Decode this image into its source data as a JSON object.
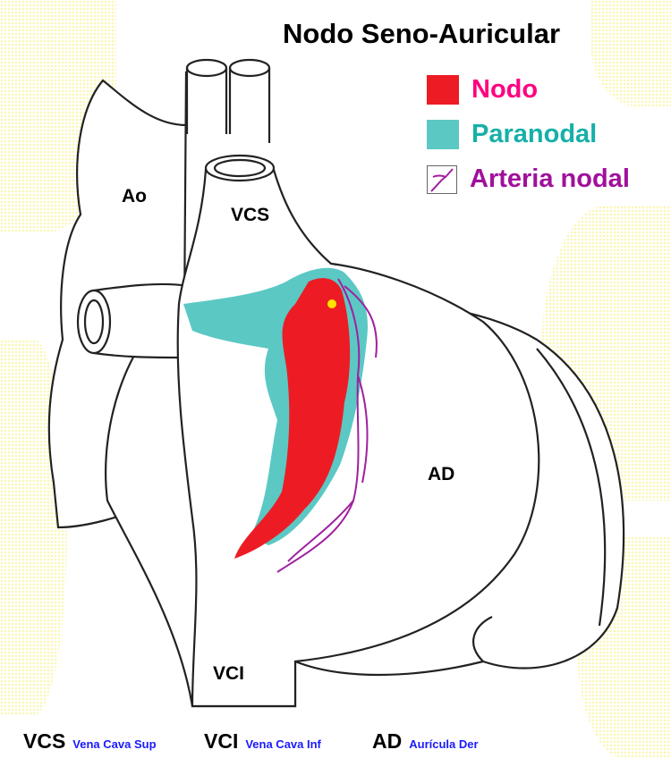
{
  "title": "Nodo Seno-Auricular",
  "legend": [
    {
      "label": "Nodo",
      "color": "#ed1c24",
      "text_color": "#ff0080"
    },
    {
      "label": "Paranodal",
      "color": "#5bc8c4",
      "text_color": "#16b0a8"
    },
    {
      "label": "Arteria nodal",
      "color": "#a020a0",
      "text_color": "#a0109c",
      "icon": "artery-icon"
    }
  ],
  "labels": {
    "ao": "Ao",
    "vcs": "VCS",
    "ad": "AD",
    "vci": "VCI"
  },
  "footer": [
    {
      "abbr": "VCS",
      "meaning": "Vena Cava Sup"
    },
    {
      "abbr": "VCI",
      "meaning": "Vena Cava Inf"
    },
    {
      "abbr": "AD",
      "meaning": "Aurícula Der"
    }
  ]
}
